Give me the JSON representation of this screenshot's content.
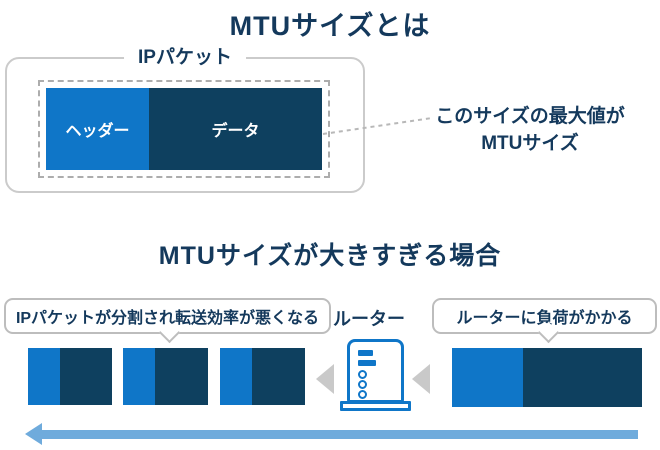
{
  "colors": {
    "title_navy": "#14395C",
    "header_light_blue": "#0F76C8",
    "data_dark_blue": "#0E405F",
    "router_outline_blue": "#0F76C8",
    "flow_arrow_blue": "#6FABDC",
    "callout_border_gray": "#BDBDBD",
    "triangle_gray": "#C9C9C9"
  },
  "top": {
    "title": "MTUサイズとは",
    "group_label": "IPパケット",
    "header_label": "ヘッダー",
    "data_label": "データ",
    "annotation_line1": "このサイズの最大値が",
    "annotation_line2": "MTUサイズ"
  },
  "bottom": {
    "title": "MTUサイズが大きすぎる場合",
    "left_callout": "IPパケットが分割され転送効率が悪くなる",
    "right_callout": "ルーターに負荷がかかる",
    "router_label": "ルーター"
  },
  "icons": {
    "router": "router-icon",
    "gray_triangles": "chevron-left-icon",
    "bottom_arrow": "left-flow-arrow-icon"
  }
}
